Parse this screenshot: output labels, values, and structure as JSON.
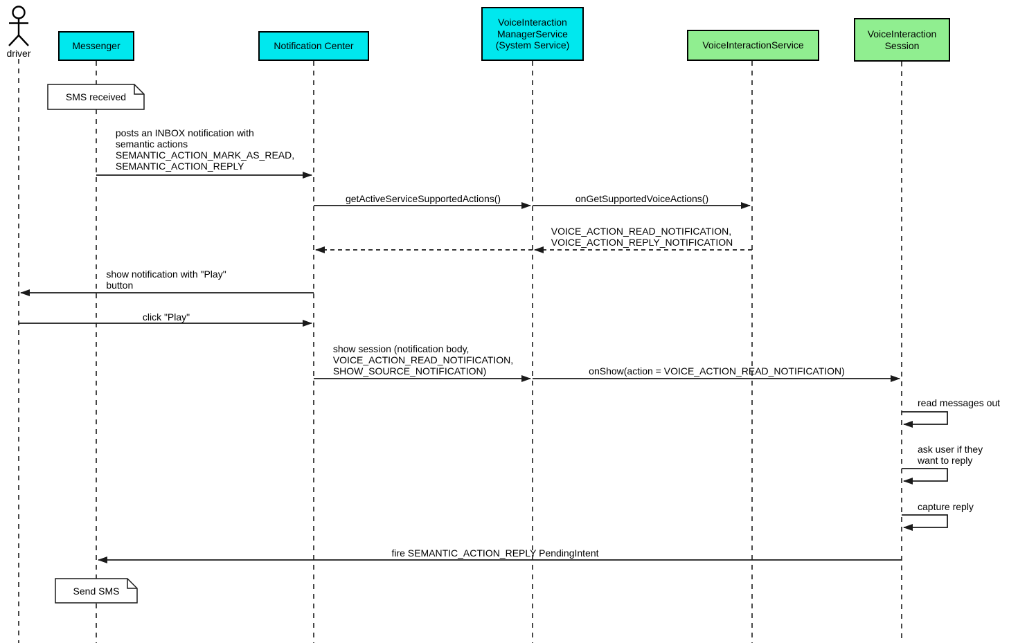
{
  "colors": {
    "participant_cyan": "#00E8EE",
    "participant_green": "#90EE90",
    "line": "#1a1a1a",
    "note_background": "#ffffff"
  },
  "actor": {
    "label": "driver"
  },
  "participants": [
    {
      "label": "Messenger",
      "color": "cyan"
    },
    {
      "label": "Notification Center",
      "color": "cyan"
    },
    {
      "label": "VoiceInteraction\nManagerService\n(System Service)",
      "color": "cyan"
    },
    {
      "label": "VoiceInteractionService",
      "color": "green"
    },
    {
      "label": "VoiceInteraction\nSession",
      "color": "green"
    }
  ],
  "notes": [
    {
      "text": "SMS received",
      "anchor": "Messenger"
    },
    {
      "text": "Send SMS",
      "anchor": "Messenger"
    }
  ],
  "messages": [
    {
      "from": "Messenger",
      "to": "Notification Center",
      "style": "solid",
      "label": "posts an INBOX notification with\nsemantic actions\nSEMANTIC_ACTION_MARK_AS_READ,\nSEMANTIC_ACTION_REPLY"
    },
    {
      "from": "Notification Center",
      "to": "VoiceInteractionManagerService",
      "style": "solid",
      "label": "getActiveServiceSupportedActions()"
    },
    {
      "from": "VoiceInteractionManagerService",
      "to": "VoiceInteractionService",
      "style": "solid",
      "label": "onGetSupportedVoiceActions()"
    },
    {
      "from": "VoiceInteractionService",
      "to": "VoiceInteractionManagerService",
      "style": "dashed",
      "label": "VOICE_ACTION_READ_NOTIFICATION,\nVOICE_ACTION_REPLY_NOTIFICATION"
    },
    {
      "from": "VoiceInteractionManagerService",
      "to": "Notification Center",
      "style": "dashed",
      "label": ""
    },
    {
      "from": "Notification Center",
      "to": "driver",
      "style": "solid",
      "label": "show notification with \"Play\"\nbutton"
    },
    {
      "from": "driver",
      "to": "Notification Center",
      "style": "solid",
      "label": "click \"Play\""
    },
    {
      "from": "Notification Center",
      "to": "VoiceInteractionManagerService",
      "style": "solid",
      "label": "show session (notification body,\nVOICE_ACTION_READ_NOTIFICATION,\nSHOW_SOURCE_NOTIFICATION)"
    },
    {
      "from": "VoiceInteractionManagerService",
      "to": "VoiceInteractionSession",
      "style": "solid",
      "label": "onShow(action = VOICE_ACTION_READ_NOTIFICATION)"
    },
    {
      "from": "VoiceInteractionSession",
      "to": "VoiceInteractionSession",
      "style": "self",
      "label": "read messages out"
    },
    {
      "from": "VoiceInteractionSession",
      "to": "VoiceInteractionSession",
      "style": "self",
      "label": "ask user if they\nwant to reply"
    },
    {
      "from": "VoiceInteractionSession",
      "to": "VoiceInteractionSession",
      "style": "self",
      "label": "capture reply"
    },
    {
      "from": "VoiceInteractionSession",
      "to": "Messenger",
      "style": "solid",
      "label": "fire SEMANTIC_ACTION_REPLY PendingIntent"
    }
  ]
}
